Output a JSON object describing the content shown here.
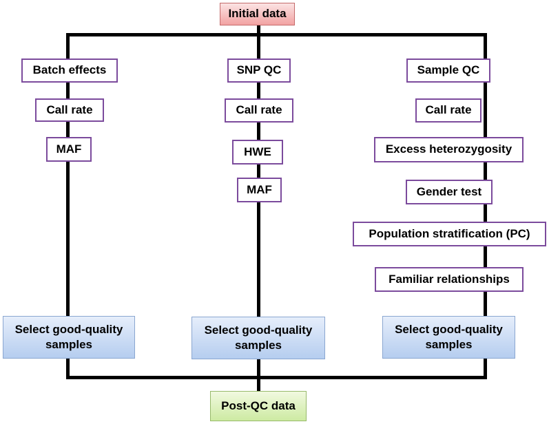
{
  "start": "Initial data",
  "end": "Post-QC data",
  "branches": [
    {
      "steps": [
        "Batch effects",
        "Call rate",
        "MAF"
      ],
      "select": "Select good-quality samples"
    },
    {
      "steps": [
        "SNP QC",
        "Call rate",
        "HWE",
        "MAF"
      ],
      "select": "Select good-quality samples"
    },
    {
      "steps": [
        "Sample QC",
        "Call rate",
        "Excess heterozygosity",
        "Gender test",
        "Population stratification (PC)",
        "Familiar relationships"
      ],
      "select": "Select good-quality samples"
    }
  ],
  "colors": {
    "start_fill": "#f2a3a3",
    "end_fill": "#cdeaa2",
    "select_fill": "#b5cdef",
    "step_border": "#7b4a9c",
    "connector": "#000000"
  }
}
